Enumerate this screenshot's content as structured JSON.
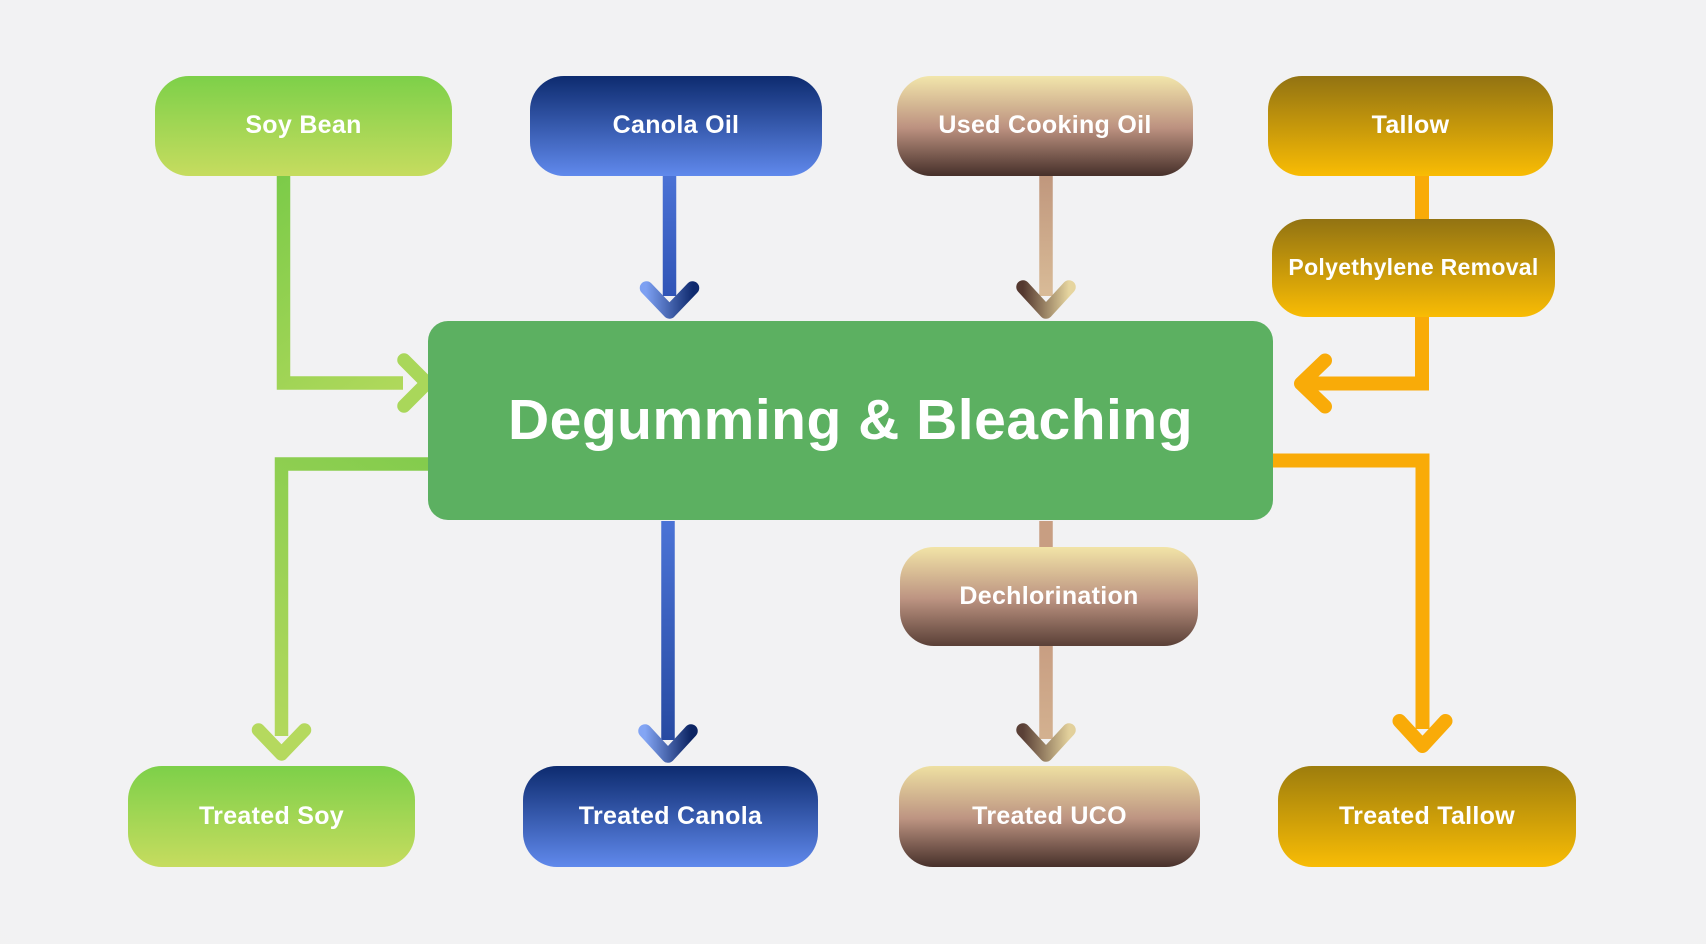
{
  "diagram_type": "flowchart",
  "background_color": "#f0f0f1",
  "nodes": {
    "soy_bean": {
      "label": "Soy Bean",
      "gradient_top": "#7dd049",
      "gradient_bottom": "#c6dc5f"
    },
    "canola_oil": {
      "label": "Canola Oil",
      "gradient_top": "#0d2b6f",
      "gradient_bottom": "#6089ec"
    },
    "used_cooking_oil": {
      "label": "Used Cooking Oil",
      "gradient_top": "#f2e6ab",
      "gradient_mid": "#bc9180",
      "gradient_bottom": "#46302a"
    },
    "tallow": {
      "label": "Tallow",
      "gradient_top": "#927312",
      "gradient_bottom": "#f9bc04"
    },
    "polyethylene_removal": {
      "label": "Polyethylene Removal",
      "gradient_top": "#927312",
      "gradient_bottom": "#f9bc04"
    },
    "process": {
      "label": "Degumming & Bleaching",
      "color": "#5cb061"
    },
    "dechlorination": {
      "label": "Dechlorination",
      "gradient_top": "#f2e4a7",
      "gradient_mid": "#bd9482",
      "gradient_bottom": "#5a4037"
    },
    "treated_soy": {
      "label": "Treated Soy",
      "gradient_top": "#7dd049",
      "gradient_bottom": "#c6dc5f"
    },
    "treated_canola": {
      "label": "Treated Canola",
      "gradient_top": "#0d2b6f",
      "gradient_bottom": "#6089ec"
    },
    "treated_uco": {
      "label": "Treated UCO",
      "gradient_top": "#eee0a2",
      "gradient_mid": "#bd9482",
      "gradient_bottom": "#47302a"
    },
    "treated_tallow": {
      "label": "Treated Tallow",
      "gradient_top": "#9d7d0d",
      "gradient_bottom": "#f8bc05"
    }
  },
  "edges": [
    {
      "from": "Soy Bean",
      "to": "Degumming & Bleaching",
      "color": "green",
      "arrow": true
    },
    {
      "from": "Canola Oil",
      "to": "Degumming & Bleaching",
      "color": "blue",
      "arrow": true
    },
    {
      "from": "Used Cooking Oil",
      "to": "Degumming & Bleaching",
      "color": "tan",
      "arrow": true
    },
    {
      "from": "Tallow",
      "to": "Polyethylene Removal",
      "color": "orange",
      "arrow": false
    },
    {
      "from": "Polyethylene Removal",
      "to": "Degumming & Bleaching",
      "color": "orange",
      "arrow": true
    },
    {
      "from": "Degumming & Bleaching",
      "to": "Treated Soy",
      "color": "green",
      "arrow": true
    },
    {
      "from": "Degumming & Bleaching",
      "to": "Treated Canola",
      "color": "blue",
      "arrow": true
    },
    {
      "from": "Degumming & Bleaching",
      "to": "Dechlorination",
      "color": "tan",
      "arrow": false
    },
    {
      "from": "Dechlorination",
      "to": "Treated UCO",
      "color": "tan",
      "arrow": true
    },
    {
      "from": "Degumming & Bleaching",
      "to": "Treated Tallow",
      "color": "orange",
      "arrow": true
    }
  ],
  "palette": {
    "line_green_start": "#7ccb49",
    "line_green_end": "#b5d95e",
    "line_blue_start": "#4b72d5",
    "line_blue_end": "#16307f",
    "line_tan_start": "#c0977d",
    "line_tan_end": "#dcc09b",
    "line_orange": "#f9ab08"
  }
}
